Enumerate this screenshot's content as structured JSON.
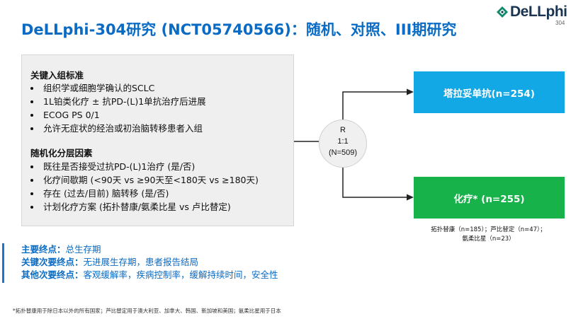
{
  "title": "DeLLphi-304研究 (NCT05740566)：随机、对照、III期研究",
  "logo": {
    "text": "DeLLphi",
    "sub": "304"
  },
  "criteria": {
    "inclusion_heading": "关键入组标准",
    "inclusion_items": [
      "组织学或细胞学确认的SCLC",
      "1L铂类化疗 ± 抗PD-(L)1单抗治疗后进展",
      "ECOG PS 0/1",
      "允许无症状的经治或初治脑转移患者入组"
    ],
    "stratification_heading": "随机化分层因素",
    "stratification_items": [
      "既往是否接受过抗PD-(L)1治疗 (是/否)",
      "化疗间歇期 (<90天 vs ≥90天至<180天 vs ≥180天)",
      "存在 (过去/目前) 脑转移 (是/否)",
      "计划化疗方案 (拓扑替康/氨柔比星 vs 卢比替定)"
    ]
  },
  "randomization": {
    "label": "R",
    "ratio": "1:1",
    "n": "(N=509)"
  },
  "arms": {
    "tarlatamab": "塔拉妥单抗(n=254)",
    "chemo": "化疗* (n=255)",
    "chemo_note_line1": "拓扑替康（n=185）；芦比替定（n=47）；",
    "chemo_note_line2": "氨柔比星（n=23）"
  },
  "endpoints": [
    {
      "label": "主要终点：",
      "text": "总生存期"
    },
    {
      "label": "关键次要终点：",
      "text": "无进展生存期，患者报告结局"
    },
    {
      "label": "其他次要终点：",
      "text": "客观缓解率，疾病控制率，缓解持续时间，安全性"
    }
  ],
  "footnote": "*拓扑替康用于除日本以外的所有国家；芦比替定用于澳大利亚、加拿大、韩国、新加坡和美国；氨柔比星用于日本",
  "colors": {
    "title": "#0a6bc4",
    "tarla": "#12a8e6",
    "chemo": "#18b24a",
    "panel": "#efefef"
  }
}
